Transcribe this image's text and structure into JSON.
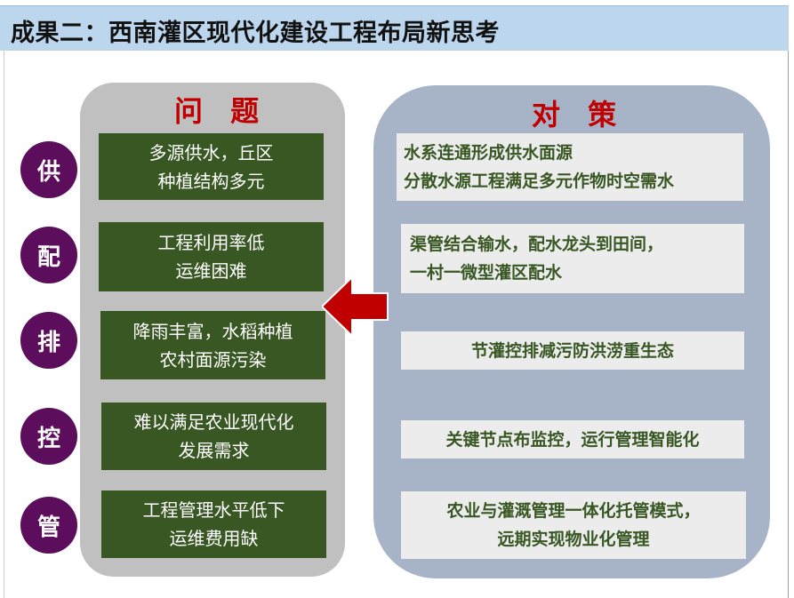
{
  "title": "成果二：西南灌区现代化建设工程布局新思考",
  "problems_header": "问 题",
  "measures_header": "对 策",
  "categories": [
    "供",
    "配",
    "排",
    "控",
    "管"
  ],
  "problems": [
    {
      "line1": "多源供水，丘区",
      "line2": "种植结构多元"
    },
    {
      "line1": "工程利用率低",
      "line2": "运维困难"
    },
    {
      "line1": "降雨丰富，水稻种植",
      "line2": "农村面源污染"
    },
    {
      "line1": "难以满足农业现代化",
      "line2": "发展需求"
    },
    {
      "line1": "工程管理水平低下",
      "line2": "运维费用缺"
    }
  ],
  "measures": [
    {
      "line1": "水系连通形成供水面源",
      "line2": "分散水源工程满足多元作物时空需水"
    },
    {
      "line1": "渠管结合输水，配水龙头到田间，",
      "line2": "一村一微型灌区配水"
    },
    {
      "line1": "节灌控排减污防洪涝重生态",
      "line2": ""
    },
    {
      "line1": "关键节点布监控，运行管理智能化",
      "line2": ""
    },
    {
      "line1": "农业与灌溉管理一体化托管模式，",
      "line2": "远期实现物业化管理"
    }
  ],
  "colors": {
    "title_bg": "#bcd6ee",
    "problem_box": "#385723",
    "measure_text": "#385723",
    "header_red": "#c00000",
    "circle": "#5c0e5c",
    "arrow": "#c00000"
  }
}
